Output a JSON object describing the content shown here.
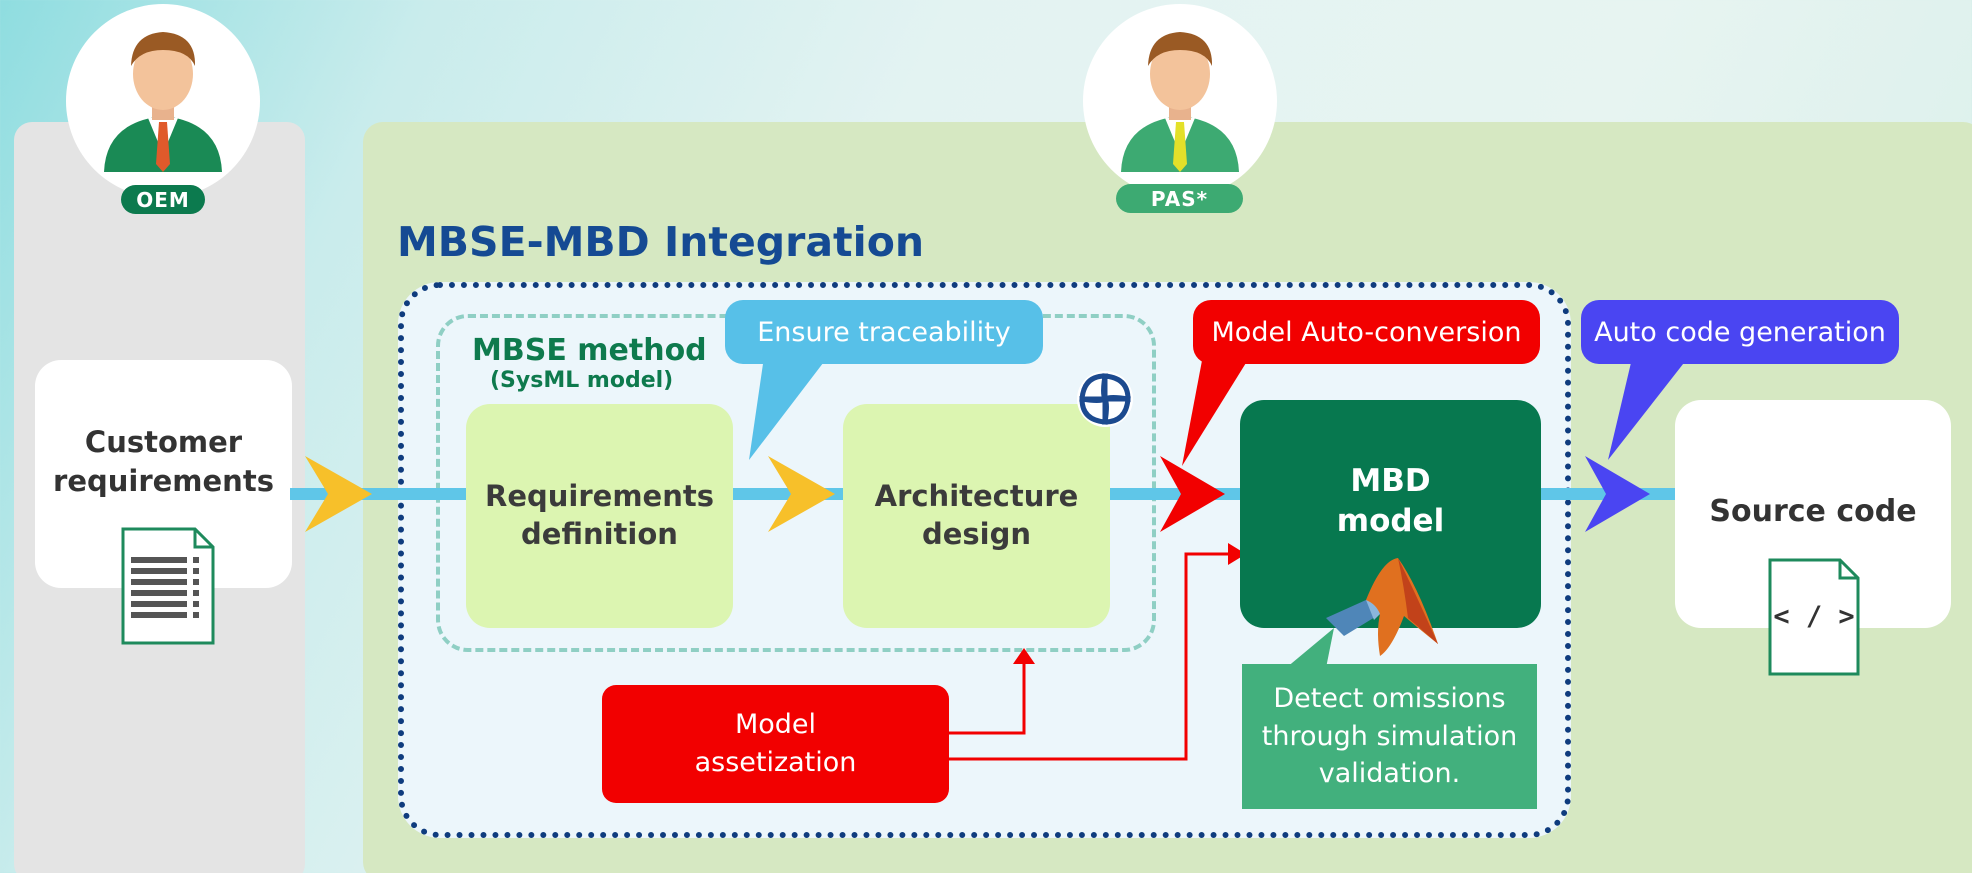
{
  "roles": {
    "oem": "OEM",
    "pas": "PAS*"
  },
  "title": "MBSE-MBD Integration",
  "mbse_method": {
    "title": "MBSE method",
    "subtitle": "(SysML model)"
  },
  "nodes": {
    "customer": {
      "line1": "Customer",
      "line2": "requirements"
    },
    "requirements": {
      "line1": "Requirements",
      "line2": "definition"
    },
    "architecture": {
      "line1": "Architecture",
      "line2": "design"
    },
    "mbd": {
      "line1": "MBD",
      "line2": "model"
    },
    "source": {
      "label": "Source code",
      "icon_text": "< / >"
    },
    "asset": {
      "line1": "Model",
      "line2": "assetization"
    },
    "detect": {
      "line1": "Detect omissions",
      "line2": "through simulation",
      "line3": "validation."
    }
  },
  "callouts": {
    "traceability": "Ensure traceability",
    "auto_conversion": "Model Auto-conversion",
    "auto_code": "Auto code generation"
  },
  "colors": {
    "title_blue": "#154a93",
    "mbse_green": "#0e7a4d",
    "flow_line": "#5fc6e8",
    "yellow_arrow": "#f7c02a",
    "red": "#f20000",
    "violet": "#4a45f2",
    "traceability_blue": "#57c0e8",
    "mbd_dark_green": "#07784f",
    "detect_green": "#42b07d"
  },
  "icons": {
    "oem_avatar": "businessman-icon",
    "pas_avatar": "businessman-icon",
    "document": "document-icon",
    "code_file": "code-file-icon",
    "sysml_tool": "sysml-logo-icon",
    "matlab": "matlab-logo-icon"
  }
}
